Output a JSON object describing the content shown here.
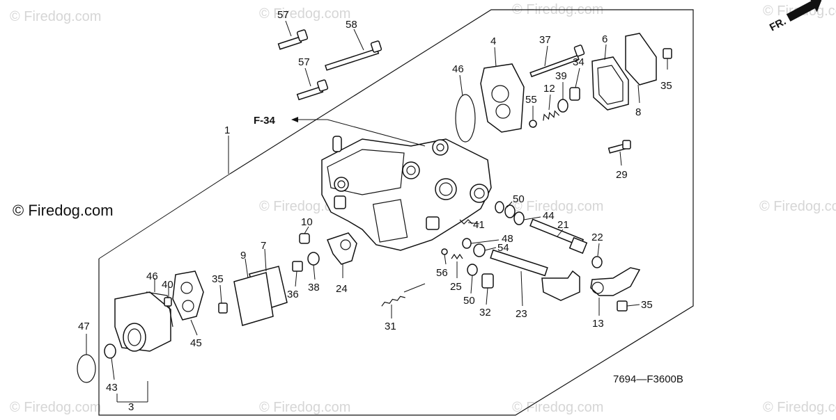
{
  "watermark": {
    "text": "© Firedog.com",
    "main_text": "© Firedog.com"
  },
  "diagram": {
    "reference_label": "F-34",
    "code": "7694—F3600B",
    "front_indicator": "FR."
  },
  "callouts": [
    {
      "id": "57a",
      "text": "57"
    },
    {
      "id": "58",
      "text": "58"
    },
    {
      "id": "57b",
      "text": "57"
    },
    {
      "id": "1",
      "text": "1"
    },
    {
      "id": "4",
      "text": "4"
    },
    {
      "id": "46a",
      "text": "46"
    },
    {
      "id": "37",
      "text": "37"
    },
    {
      "id": "6",
      "text": "6"
    },
    {
      "id": "34",
      "text": "34"
    },
    {
      "id": "39",
      "text": "39"
    },
    {
      "id": "12",
      "text": "12"
    },
    {
      "id": "55",
      "text": "55"
    },
    {
      "id": "35a",
      "text": "35"
    },
    {
      "id": "8",
      "text": "8"
    },
    {
      "id": "29",
      "text": "29"
    },
    {
      "id": "50a",
      "text": "50"
    },
    {
      "id": "44",
      "text": "44"
    },
    {
      "id": "41",
      "text": "41"
    },
    {
      "id": "21",
      "text": "21"
    },
    {
      "id": "22",
      "text": "22"
    },
    {
      "id": "48",
      "text": "48"
    },
    {
      "id": "54",
      "text": "54"
    },
    {
      "id": "10",
      "text": "10"
    },
    {
      "id": "7",
      "text": "7"
    },
    {
      "id": "9",
      "text": "9"
    },
    {
      "id": "56",
      "text": "56"
    },
    {
      "id": "25",
      "text": "25"
    },
    {
      "id": "46b",
      "text": "46"
    },
    {
      "id": "40",
      "text": "40"
    },
    {
      "id": "35b",
      "text": "35"
    },
    {
      "id": "36",
      "text": "36"
    },
    {
      "id": "38",
      "text": "38"
    },
    {
      "id": "24",
      "text": "24"
    },
    {
      "id": "50b",
      "text": "50"
    },
    {
      "id": "32",
      "text": "32"
    },
    {
      "id": "23",
      "text": "23"
    },
    {
      "id": "35c",
      "text": "35"
    },
    {
      "id": "13",
      "text": "13"
    },
    {
      "id": "47",
      "text": "47"
    },
    {
      "id": "45",
      "text": "45"
    },
    {
      "id": "31",
      "text": "31"
    },
    {
      "id": "43",
      "text": "43"
    },
    {
      "id": "3",
      "text": "3"
    }
  ]
}
